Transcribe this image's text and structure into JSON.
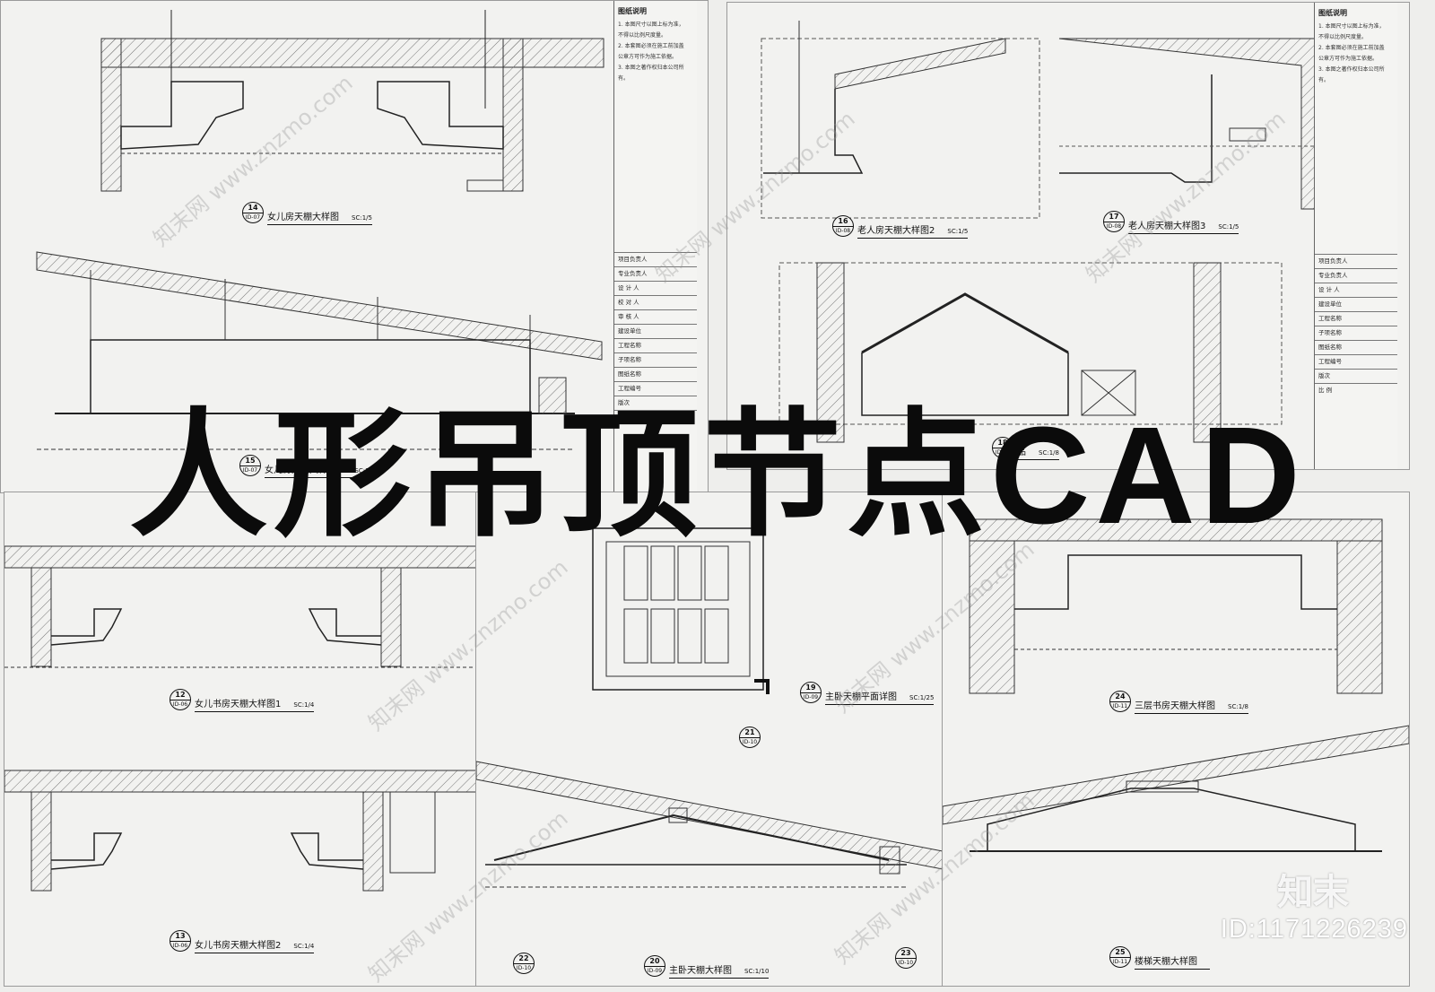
{
  "banner": {
    "title": "人形吊顶节点CAD"
  },
  "title_block": {
    "heading": "图纸说明",
    "notes": [
      "1. 本图尺寸以图上标为准，",
      "不得以比例尺度量。",
      "2. 本套图必须在施工前加盖",
      "公章方可作为施工依据。",
      "3. 本图之著作权归本公司所有。"
    ],
    "rows": [
      "项目负责人",
      "专业负责人",
      "设 计 人",
      "校 对 人",
      "审 核 人",
      "建设单位",
      "工程名称",
      "子项名称",
      "图纸名称",
      "工程编号",
      "版次",
      "比 例"
    ]
  },
  "drawings": [
    {
      "num": "14",
      "ref": "ID-07",
      "title": "女儿房天棚大样图",
      "scale": "SC:1/5"
    },
    {
      "num": "15",
      "ref": "ID-07",
      "title": "女儿房天棚大样图1",
      "scale": "SC:1/5"
    },
    {
      "num": "16",
      "ref": "ID-08",
      "title": "老人房天棚大样图2",
      "scale": "SC:1/5"
    },
    {
      "num": "17",
      "ref": "ID-08",
      "title": "老人房天棚大样图3",
      "scale": "SC:1/5"
    },
    {
      "num": "18",
      "ref": "ID-08",
      "title": "品",
      "scale": "SC:1/8"
    },
    {
      "num": "12",
      "ref": "ID-06",
      "title": "女儿书房天棚大样图1",
      "scale": "SC:1/4"
    },
    {
      "num": "19",
      "ref": "ID-09",
      "title": "主卧天棚平面详图",
      "scale": "SC:1/25"
    },
    {
      "num": "24",
      "ref": "ID-11",
      "title": "三层书房天棚大样图",
      "scale": "SC:1/8"
    },
    {
      "num": "13",
      "ref": "ID-06",
      "title": "女儿书房天棚大样图2",
      "scale": "SC:1/4"
    },
    {
      "num": "20",
      "ref": "ID-09",
      "title": "主卧天棚大样图",
      "scale": "SC:1/10"
    },
    {
      "num": "25",
      "ref": "ID-11",
      "title": "楼梯天棚大样图",
      "scale": ""
    }
  ],
  "callouts": [
    {
      "num": "21",
      "ref": "ID-10"
    },
    {
      "num": "22",
      "ref": "ID-10"
    },
    {
      "num": "23",
      "ref": "ID-10"
    }
  ],
  "watermark": {
    "text": "知末网 www.znzmo.com"
  },
  "brand": {
    "name": "知末",
    "id": "ID:1171226239"
  }
}
